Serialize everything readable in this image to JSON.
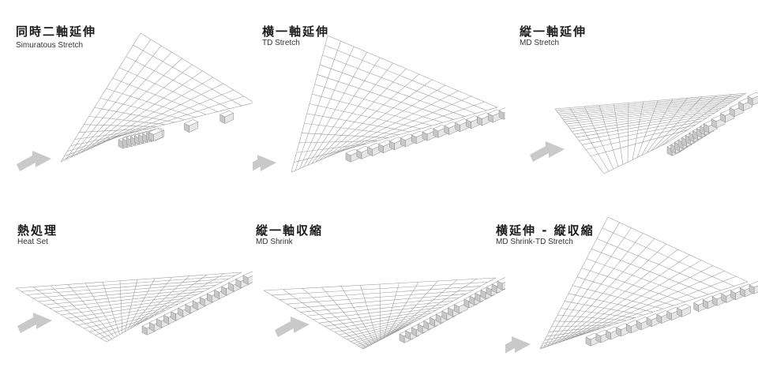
{
  "panels": [
    {
      "title": "同時二軸延伸",
      "subtitle": "Simuratous Stretch"
    },
    {
      "title": "横一軸延伸",
      "subtitle": "TD Stretch"
    },
    {
      "title": "縦一軸延伸",
      "subtitle": "MD Stretch"
    },
    {
      "title": "熱処理",
      "subtitle": "Heat Set"
    },
    {
      "title": "縦一軸収縮",
      "subtitle": "MD Shrink"
    },
    {
      "title": "横延伸 - 縦収縮",
      "subtitle": "MD Shrink-TD Stretch"
    }
  ],
  "icons": {
    "direction": "feed-direction-arrow-icon",
    "clip": "tenter-clip-icon"
  },
  "colors": {
    "grid": "#9a9a9a",
    "clip_top": "#ffffff",
    "clip_side": "#c8c8c8",
    "clip_front": "#e6e6e6",
    "arrow": "#c9c9c9",
    "text": "#1a1a1a"
  }
}
